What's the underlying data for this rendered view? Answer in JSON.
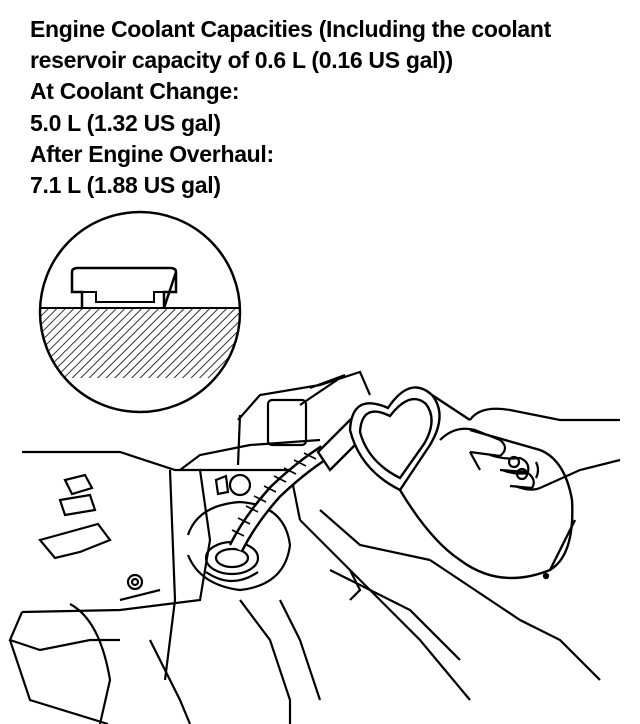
{
  "spec": {
    "title_line1": "Engine Coolant Capacities (Including the coolant",
    "title_line2": "reservoir capacity of 0.6 L (0.16 US gal))",
    "coolant_change_label": "At Coolant Change:",
    "coolant_change_value": "5.0 L (1.32 US gal)",
    "overhaul_label": "After Engine Overhaul:",
    "overhaul_value": "7.1 L (1.88 US gal)"
  },
  "colors": {
    "ink": "#000000",
    "paper": "#ffffff"
  },
  "illustration": {
    "detail_inset": "coolant-level-detail",
    "subject": "pouring-coolant-into-reservoir"
  }
}
